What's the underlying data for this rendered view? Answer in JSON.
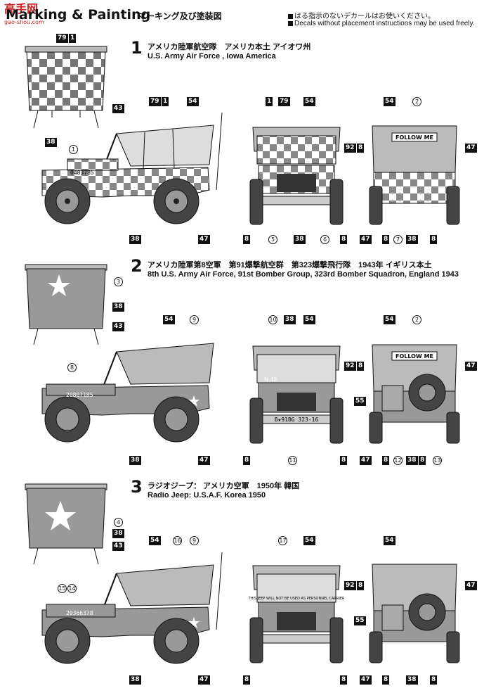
{
  "header": {
    "title": "Marking & Painting",
    "title_jp": "マーキング及び塗装図",
    "note_jp": "はる指示のないデカールはお使いください。",
    "note_en": "Decals without placement instructions may be used freely.",
    "watermark": "高手网"
  },
  "sections": [
    {
      "number": "1",
      "line_jp": "アメリカ陸軍航空隊　アメリカ本土 アイオワ州",
      "line_en": "U.S. Army Air Force , Iowa America",
      "front_text": "FOLLOW ME",
      "serial": "0483785"
    },
    {
      "number": "2",
      "line_jp": "アメリカ陸軍第8空軍　第91爆撃航空群　第323爆撃飛行隊　1943年 イギリス本土",
      "line_en": "8th U.S. Army Air Force, 91st Bomber Group, 323rd Bomber Squadron, England 1943",
      "front_text": "FOLLOW ME",
      "serial": "20807185",
      "bumper": "B★91BG 323-16",
      "hood": "N 48"
    },
    {
      "number": "3",
      "line_jp": "ラジオジープ： アメリカ空軍　1950年 韓国",
      "line_en": "Radio Jeep: U.S.A.F. Korea 1950",
      "serial": "20366378",
      "windshield": "THIS JEEP WILL NOT BE USED AS PERSONNEL CARRIER"
    }
  ],
  "callouts": {
    "boxed": [
      "79",
      "1",
      "43",
      "38",
      "54",
      "92",
      "8",
      "47",
      "55"
    ],
    "circled": [
      "1",
      "2",
      "3",
      "4",
      "5",
      "6",
      "7",
      "8",
      "9",
      "10",
      "11",
      "12",
      "13",
      "14",
      "15",
      "16",
      "17"
    ]
  },
  "colors": {
    "olive": "#8d8d84",
    "canvas": "#a8a89f",
    "ink": "#111111"
  }
}
